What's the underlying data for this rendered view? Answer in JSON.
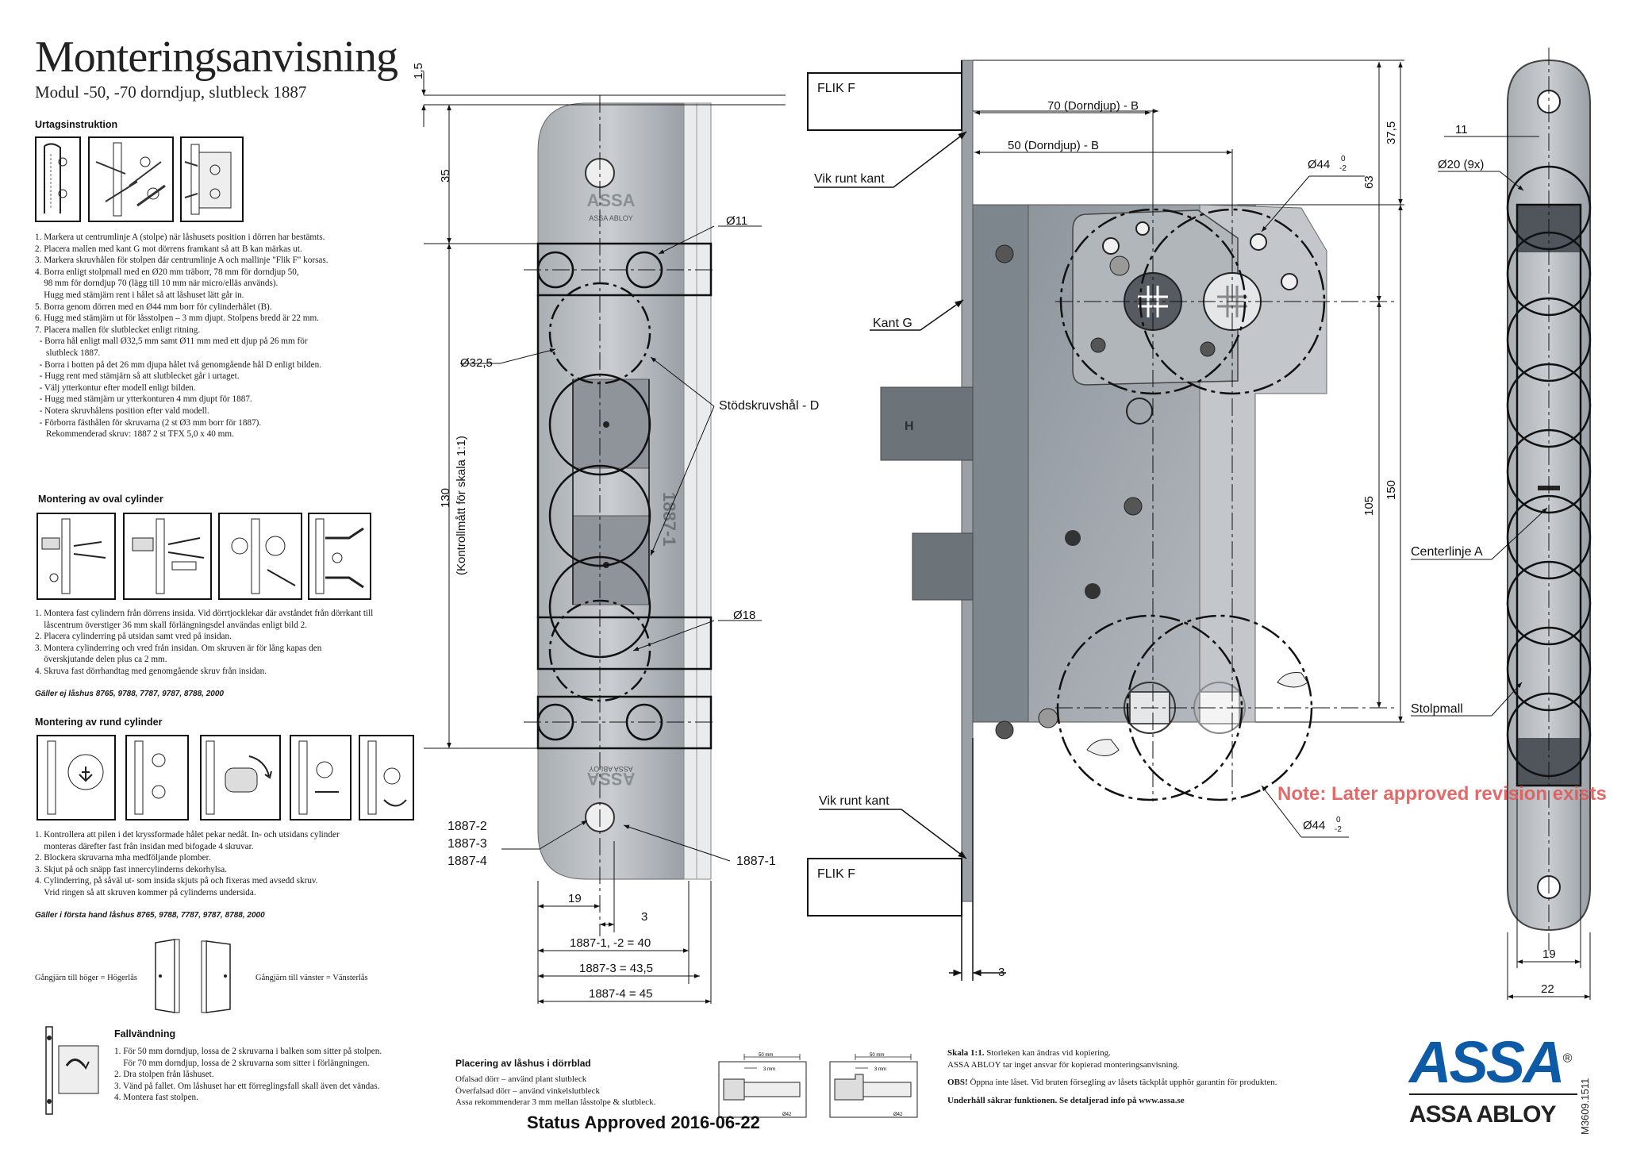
{
  "header": {
    "title": "Monteringsanvisning",
    "subtitle": "Modul -50, -70 dorndjup, slutbleck 1887"
  },
  "urtag": {
    "heading": "Urtagsinstruktion",
    "steps": [
      "1. Markera ut centrumlinje A (stolpe) när låshusets position i dörren har bestämts.",
      "2. Placera mallen med kant G mot dörrens framkant så att B kan märkas ut.",
      "3. Markera skruvhålen för stolpen där centrumlinje A och mallinje \"Flik F\" korsas.",
      "4. Borra enligt stolpmall med en Ø20 mm träborr, 78 mm för dorndjup 50,",
      "    98 mm för dorndjup 70 (lägg till 10 mm när micro/elläs används).",
      "    Hugg med stämjärn rent i hålet så att låshuset lätt går in.",
      "5. Borra genom dörren med en Ø44 mm borr för cylinderhålet (B).",
      "6. Hugg med stämjärn ut för låsstolpen – 3 mm djupt. Stolpens bredd är 22 mm.",
      "7. Placera mallen för slutblecket enligt ritning.",
      "  - Borra hål enligt mall Ø32,5 mm samt Ø11 mm med ett djup på 26 mm för",
      "     slutbleck 1887.",
      "  - Borra i botten på det 26 mm djupa hålet två genomgående hål D enligt bilden.",
      "  - Hugg rent med stämjärn så att slutblecket går i urtaget.",
      "  - Välj ytterkontur efter modell enligt bilden.",
      "  - Hugg med stämjärn ur ytterkonturen 4 mm djupt för 1887.",
      "  - Notera skruvhålens position efter vald modell.",
      "  - Förborra fästhålen för skruvarna (2 st Ø3 mm borr för 1887).",
      "     Rekommenderad skruv: 1887 2 st TFX 5,0 x 40 mm."
    ]
  },
  "oval": {
    "heading": "Montering av oval cylinder",
    "steps": [
      "1. Montera fast cylindern från dörrens insida. Vid dörrtjocklekar där avståndet från dörrkant till",
      "    låscentrum överstiger 36 mm skall förlängningsdel användas enligt bild 2.",
      "2. Placera cylinderring på utsidan samt vred på insidan.",
      "3. Montera cylinderring och vred från insidan. Om skruven är för lång kapas den",
      "    överskjutande delen plus ca 2 mm.",
      "4. Skruva fast dörrhandtag med genomgående skruv från insidan."
    ],
    "note": "Gäller ej låshus 8765, 9788, 7787, 9787, 8788, 2000"
  },
  "rund": {
    "heading": "Montering av rund cylinder",
    "steps": [
      "1. Kontrollera att pilen i det kryssformade hålet pekar nedåt. In- och utsidans cylinder",
      "    monteras därefter fast från insidan med bifogade 4 skruvar.",
      "2. Blockera skruvarna mha medföljande plomber.",
      "3. Skjut på och snäpp fast innercylinderns dekorhylsa.",
      "4. Cylinderring, på såväl ut- som insida skjuts på och fixeras med avsedd skruv.",
      "    Vrid ringen så att skruven kommer på cylinderns undersida."
    ],
    "note": "Gäller i första hand låshus 8765, 9788, 7787, 9787, 8788, 2000"
  },
  "doors": {
    "right_label": "Gångjärn till höger = Högerlås",
    "left_label": "Gångjärn till vänster = Vänsterlås"
  },
  "fall": {
    "heading": "Fallvändning",
    "steps": [
      "1. För 50 mm dorndjup, lossa de 2 skruvarna i balken som sitter på stolpen.",
      "    För 70 mm dorndjup, lossa de 2 skruvarna som sitter i förlängningen.",
      "2. Dra stolpen från låshuset.",
      "3. Vänd på fallet. Om låshuset har ett förreglingsfall skall även det vändas.",
      "4. Montera fast stolpen."
    ]
  },
  "placering": {
    "heading": "Placering av låshus i dörrblad",
    "lines": [
      "Ofalsad dörr – använd plant slutbleck",
      "Överfalsad dörr – använd vinkelslutbleck",
      "Assa rekommenderar 3 mm mellan låsstolpe & slutbleck."
    ],
    "sketch_labels": [
      "50 mm",
      "3 mm",
      "Ø42"
    ]
  },
  "scale": {
    "line1_bold": "Skala 1:1.",
    "line1": " Storleken kan ändras vid kopiering.",
    "line2": "ASSA ABLOY tar inget ansvar för kopierad monteringsanvisning.",
    "line3_bold": "OBS!",
    "line3": " Öppna inte låset. Vid bruten försegling av låsets täckplåt upphör garantin för produkten.",
    "line4": "Underhåll säkrar funktionen. Se detaljerad info på www.assa.se"
  },
  "status": "Status Approved 2016-06-22",
  "watermark": "Note: Later approved revision exists",
  "logo": {
    "assa": "ASSA",
    "reg": "®",
    "assa_abloy": "ASSA ABLOY",
    "doc_number": "M3609.1511"
  },
  "strike": {
    "brand_top": "ASSA",
    "brand_sub": "ASSA ABLOY",
    "part": "1887-1",
    "dims": {
      "d11": "11",
      "d325": "32,5",
      "d18": "18",
      "d_prefix": "Ø",
      "v15": "1,5",
      "v35": "35",
      "v130": "130",
      "v130_note": "(Kontrollmått för skala 1:1)",
      "h19": "19",
      "h3": "3",
      "h40": "1887-1, -2 = 40",
      "h435": "1887-3 = 43,5",
      "h45": "1887-4 = 45"
    },
    "labels": {
      "stod": "Stödskruvshål - D",
      "parts_left": [
        "1887-2",
        "1887-3",
        "1887-4"
      ],
      "part_right": "1887-1"
    }
  },
  "lock": {
    "flik_top": "FLIK F",
    "flik_bottom": "FLIK F",
    "vik_top": "Vik runt kant",
    "vik_bottom": "Vik runt kant",
    "kant_g": "Kant G",
    "bolt_letter": "H",
    "dims": {
      "d70": "70 (Dorndjup) - B",
      "d50": "50 (Dorndjup) - B",
      "d44_top": "Ø44",
      "d44_bottom": "Ø44",
      "tol_up": "0",
      "tol_down": "-2",
      "v375": "37,5",
      "v63": "63",
      "v105": "105",
      "v150": "150",
      "h3": "3"
    }
  },
  "post": {
    "dims": {
      "d11": "11",
      "d20": "Ø20 (9x)",
      "w19": "19",
      "w22": "22"
    },
    "labels": {
      "center": "Centerlinje A",
      "mall": "Stolpmall"
    }
  }
}
